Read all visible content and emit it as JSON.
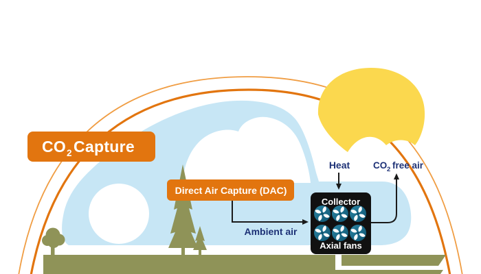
{
  "badges": {
    "co2_capture": {
      "prefix": "CO",
      "subscript": "2",
      "suffix": "Capture"
    },
    "dac": {
      "label": "Direct Air Capture (DAC)"
    }
  },
  "collector": {
    "title": "Collector",
    "caption": "Axial fans",
    "fan_icon": "axial-fan-icon",
    "fan_count": 6
  },
  "flows": {
    "heat": "Heat",
    "co2_free_air": {
      "prefix": "CO",
      "subscript": "2",
      "suffix": "free air"
    },
    "ambient_air": "Ambient air"
  },
  "colors": {
    "badge_orange": "#e2750f",
    "arc_inner": "#e2750f",
    "arc_outer": "#f09d43",
    "sun_yellow": "#fbd84e",
    "cloud_blue": "#c7e6f5",
    "ground_olive": "#8f9358",
    "label_navy": "#1d3176",
    "box_black": "#111111",
    "fan_teal_light": "#2c85a3",
    "fan_teal_dark": "#0d5472",
    "arrow_black": "#1a1a1a"
  }
}
